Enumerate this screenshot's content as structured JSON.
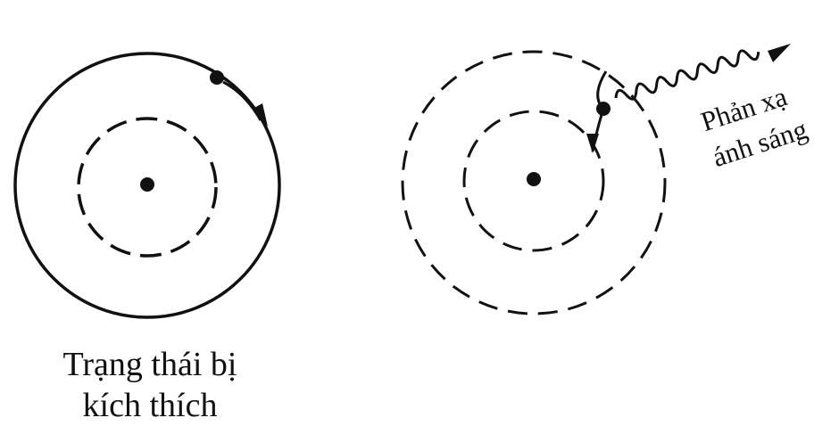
{
  "left_diagram": {
    "caption_line1": "Trạng thái bị",
    "caption_line2": "kích thích"
  },
  "right_diagram": {
    "label_line1": "Phản xạ",
    "label_line2": "ánh sáng"
  },
  "colors": {
    "ink": "#111111",
    "background": "#ffffff"
  }
}
